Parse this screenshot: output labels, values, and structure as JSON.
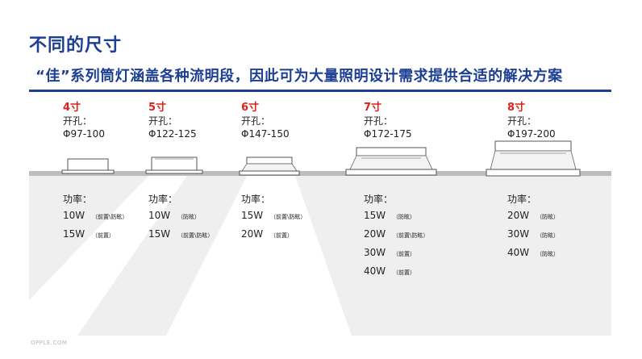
{
  "header": {
    "title": "不同的尺寸",
    "subtitle": "“佳”系列筒灯涵盖各种流明段，因此可为大量照明设计需求提供合适的解决方案"
  },
  "colors": {
    "title_blue": "#1d3f93",
    "size_red": "#e0201b",
    "band_grey": "#efefef"
  },
  "sizes": [
    {
      "size": "4寸",
      "cutout_label": "开孔：",
      "diameter": "Φ97-100",
      "power_label": "功率：",
      "options": [
        {
          "watt": "10W",
          "note": "（前置\\防眩）"
        },
        {
          "watt": "15W",
          "note": "（前置）"
        }
      ]
    },
    {
      "size": "5寸",
      "cutout_label": "开孔：",
      "diameter": "Φ122-125",
      "power_label": "功率：",
      "options": [
        {
          "watt": "10W",
          "note": "（防眩）"
        },
        {
          "watt": "15W",
          "note": "（前置\\防眩）"
        }
      ]
    },
    {
      "size": "6寸",
      "cutout_label": "开孔：",
      "diameter": "Φ147-150",
      "power_label": "功率：",
      "options": [
        {
          "watt": "15W",
          "note": "（前置\\防眩）"
        },
        {
          "watt": "20W",
          "note": "（前置）"
        }
      ]
    },
    {
      "size": "7寸",
      "cutout_label": "开孔：",
      "diameter": "Φ172-175",
      "power_label": "功率：",
      "options": [
        {
          "watt": "15W",
          "note": "（防眩）"
        },
        {
          "watt": "20W",
          "note": "（前置\\防眩）"
        },
        {
          "watt": "30W",
          "note": "（前置）"
        },
        {
          "watt": "40W",
          "note": "（前置）"
        }
      ]
    },
    {
      "size": "8寸",
      "cutout_label": "开孔：",
      "diameter": "Φ197-200",
      "power_label": "功率：",
      "options": [
        {
          "watt": "20W",
          "note": "（防眩）"
        },
        {
          "watt": "30W",
          "note": "（防眩）"
        },
        {
          "watt": "40W",
          "note": "（防眩）"
        }
      ]
    }
  ],
  "footer": {
    "brand": "OPPLE.COM"
  }
}
